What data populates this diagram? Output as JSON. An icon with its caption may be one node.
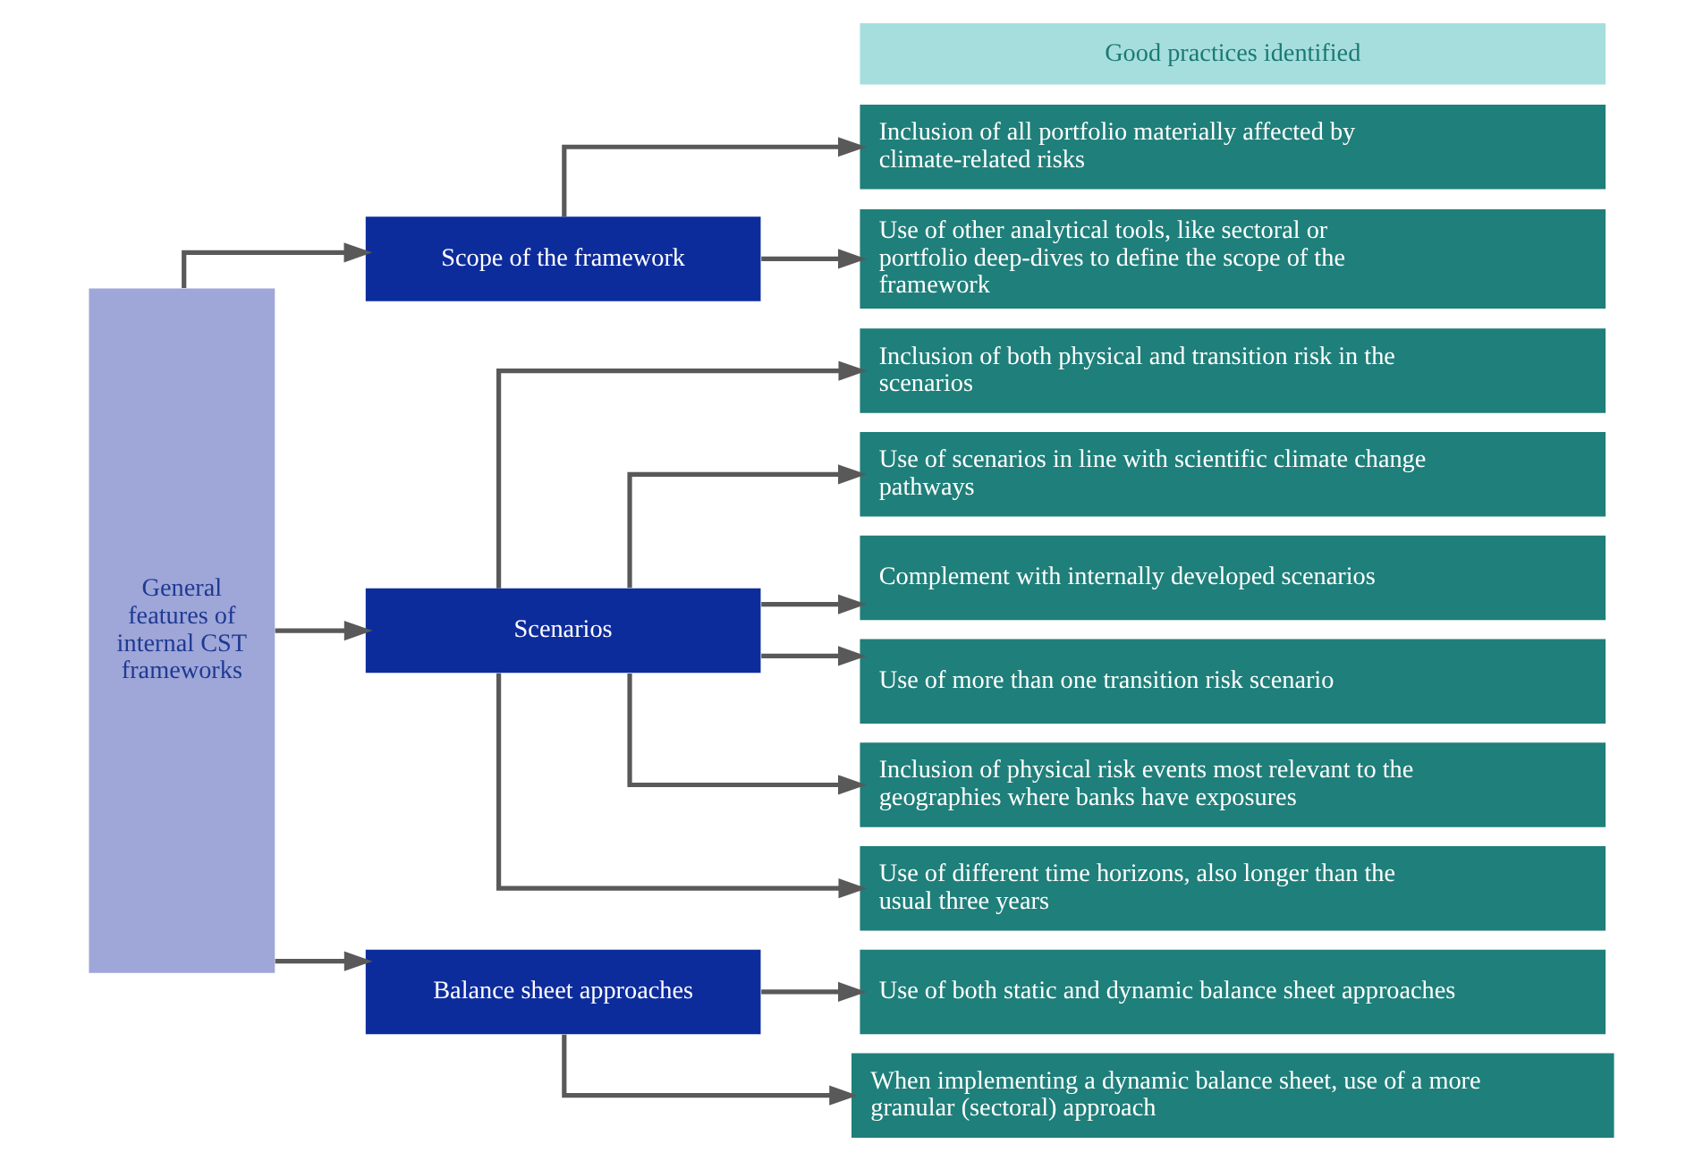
{
  "diagram": {
    "nodes": [
      {
        "text": [
          "General features of internal CST frameworks"
        ]
      },
      {
        "text": [
          "Scope of the framework"
        ]
      },
      {
        "text": [
          "Scenarios"
        ]
      },
      {
        "text": [
          "Balance sheet approaches"
        ]
      },
      {
        "text": [
          "Good practices identified"
        ]
      },
      {
        "text": [
          "Inclusion of all portfolio materially affected by climate-related risks"
        ]
      },
      {
        "text": [
          "Use of other analytical tools, like sectoral or portfolio deep-dives to define the scope of the framework"
        ]
      },
      {
        "text": [
          "Inclusion of both physical and transition risk in the scenarios"
        ]
      },
      {
        "text": [
          "Use of scenarios in line with scientific climate change pathways"
        ]
      },
      {
        "text": [
          "Complement with internally developed scenarios"
        ]
      },
      {
        "text": [
          "Use of more than one transition risk scenario"
        ]
      },
      {
        "text": [
          "Inclusion of physical risk events most relevant to the geographies where banks have exposures"
        ]
      },
      {
        "text": [
          "Use of different time horizons, also longer than the usual three years"
        ]
      },
      {
        "text": [
          "Use of both static and dynamic balance sheet approaches"
        ]
      },
      {
        "text": [
          "When implementing a dynamic balance sheet, use of a more granular (sectoral) approach"
        ]
      }
    ],
    "edges": [
      {
        "from": 0,
        "to": 1,
        "arrow": "to"
      },
      {
        "from": 0,
        "to": 2,
        "arrow": "to"
      },
      {
        "from": 0,
        "to": 3,
        "arrow": "to"
      },
      {
        "from": 1,
        "to": 5,
        "arrow": "to"
      },
      {
        "from": 1,
        "to": 6,
        "arrow": "to"
      },
      {
        "from": 2,
        "to": 7,
        "arrow": "to"
      },
      {
        "from": 2,
        "to": 8,
        "arrow": "to"
      },
      {
        "from": 2,
        "to": 9,
        "arrow": "to"
      },
      {
        "from": 2,
        "to": 10,
        "arrow": "to"
      },
      {
        "from": 2,
        "to": 11,
        "arrow": "to"
      },
      {
        "from": 2,
        "to": 12,
        "arrow": "to"
      },
      {
        "from": 3,
        "to": 13,
        "arrow": "to"
      },
      {
        "from": 3,
        "to": 14,
        "arrow": "to"
      }
    ]
  }
}
